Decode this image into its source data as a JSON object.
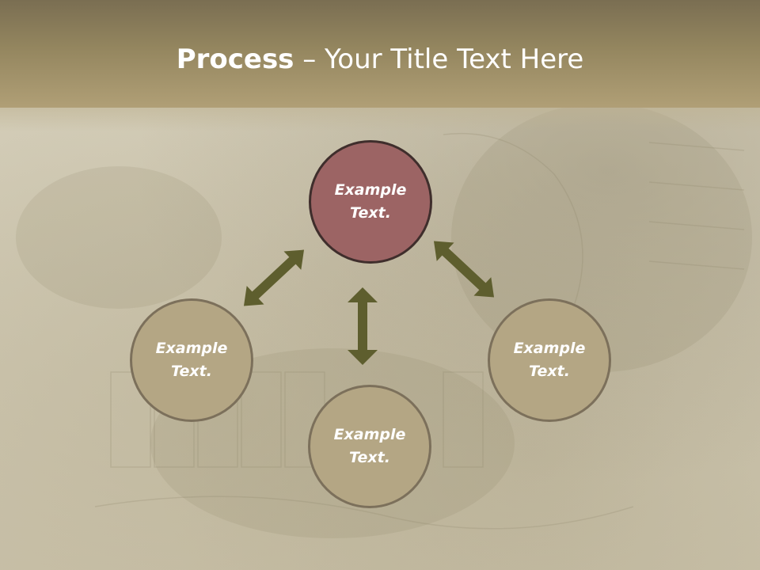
{
  "title": {
    "bold": "Process",
    "rest": " – Your Title Text Here"
  },
  "colors": {
    "header": "#94865f",
    "node_fill": "#b4a684",
    "node_border": "#7c705b",
    "center_fill": "#9c6464",
    "center_border": "#3f2e2c",
    "arrow": "#5e5e2e"
  },
  "nodes": {
    "top": {
      "line1": "Example",
      "line2": "Text."
    },
    "left": {
      "line1": "Example",
      "line2": "Text."
    },
    "bottom": {
      "line1": "Example",
      "line2": "Text."
    },
    "right": {
      "line1": "Example",
      "line2": "Text."
    }
  }
}
